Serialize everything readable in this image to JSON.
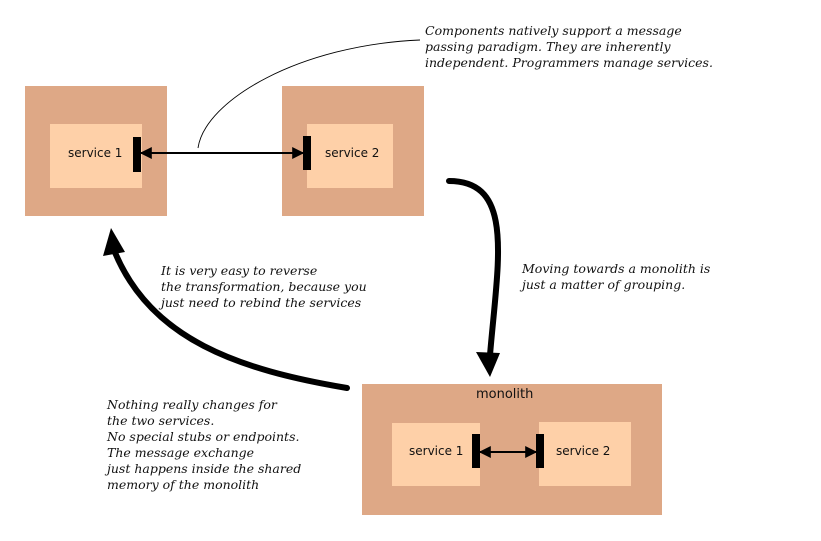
{
  "top": {
    "left_component": {
      "service_label": "service 1"
    },
    "right_component": {
      "service_label": "service 2"
    }
  },
  "monolith": {
    "title": "monolith",
    "service1_label": "service 1",
    "service2_label": "service 2"
  },
  "notes": {
    "message_passing": [
      "Components natively support a message",
      "passing paradigm. They are inherently",
      "independent. Programmers manage services."
    ],
    "moving_monolith": [
      "Moving towards a monolith is",
      "just a matter of grouping."
    ],
    "reverse": [
      "It is very easy to reverse",
      "the transformation, because you",
      "just need to rebind the services"
    ],
    "nothing_changes": [
      "Nothing really changes for",
      "the two services.",
      "No special stubs or endpoints.",
      "The message exchange",
      "just happens inside the shared",
      "memory of the monolith"
    ]
  },
  "colors": {
    "outer_box": "#dea886",
    "inner_box": "#fed0a8",
    "endpoint": "#000000"
  }
}
